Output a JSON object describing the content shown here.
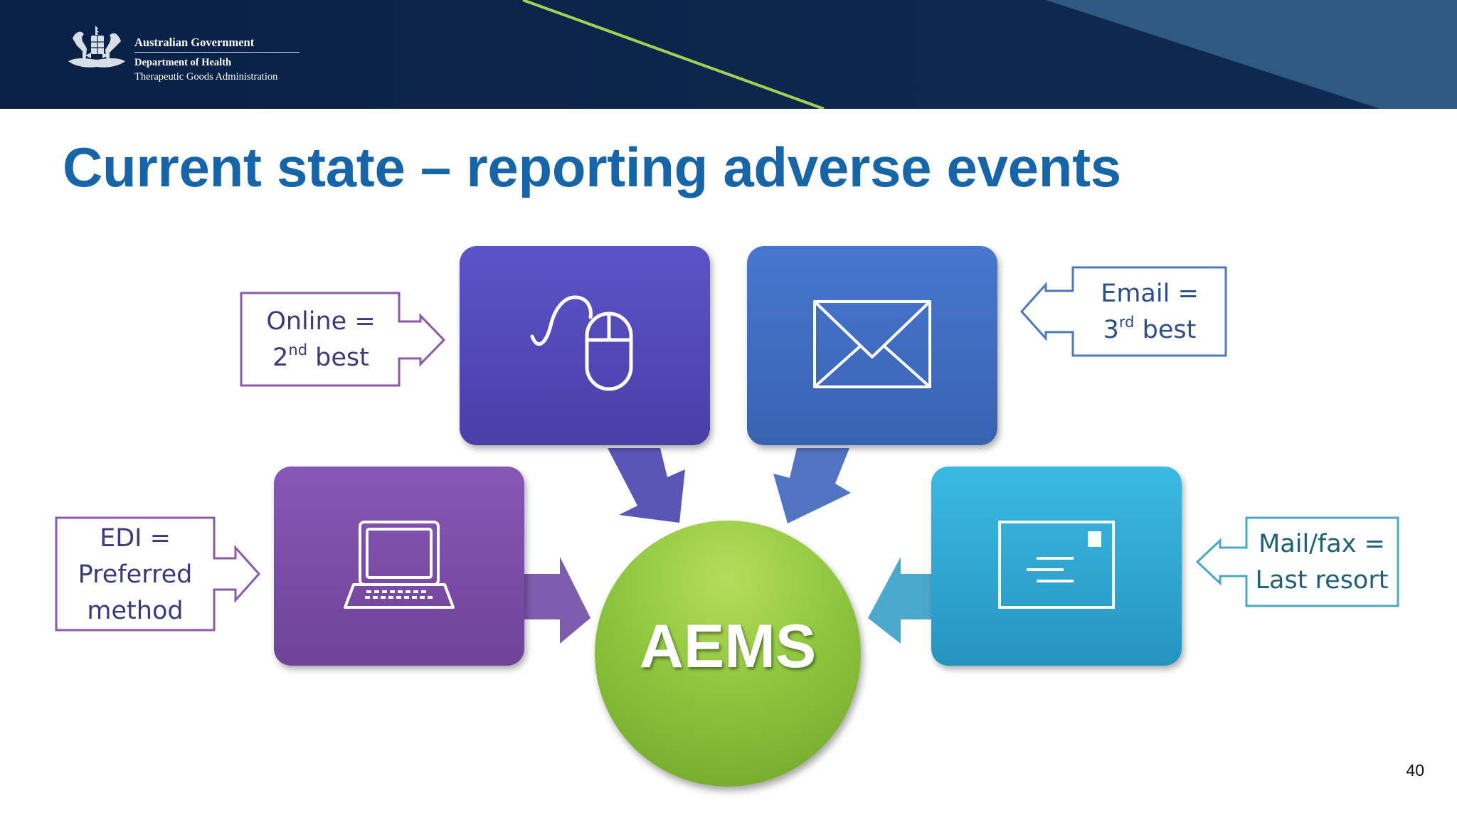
{
  "header": {
    "org_title": "Australian Government",
    "department": "Department of Health",
    "agency": "Therapeutic Goods Administration"
  },
  "slide": {
    "title": "Current state – reporting adverse events",
    "page_number": "40"
  },
  "diagram": {
    "center_label": "AEMS",
    "callouts": {
      "online": {
        "line1": "Online =",
        "ordinal_num": "2",
        "ordinal_sup": "nd",
        "ordinal_word": "best"
      },
      "email": {
        "line1": "Email =",
        "ordinal_num": "3",
        "ordinal_sup": "rd",
        "ordinal_word": "best"
      },
      "edi": {
        "line1": "EDI =",
        "line2": "Preferred",
        "line3": "method"
      },
      "mail": {
        "line1": "Mail/fax =",
        "line2": "Last resort"
      }
    },
    "icons": {
      "online": "mouse-icon",
      "email": "envelope-icon",
      "edi": "laptop-icon",
      "mail": "postcard-icon"
    }
  },
  "colors": {
    "header_navy": "#0d2447",
    "title_blue": "#1565a8",
    "online_tile": "#5049b8",
    "email_tile": "#3f6cc2",
    "edi_tile": "#7b4eaa",
    "mail_tile": "#31a8d4",
    "aems_green": "#8ec63f",
    "accent_line": "#a4cf52"
  }
}
